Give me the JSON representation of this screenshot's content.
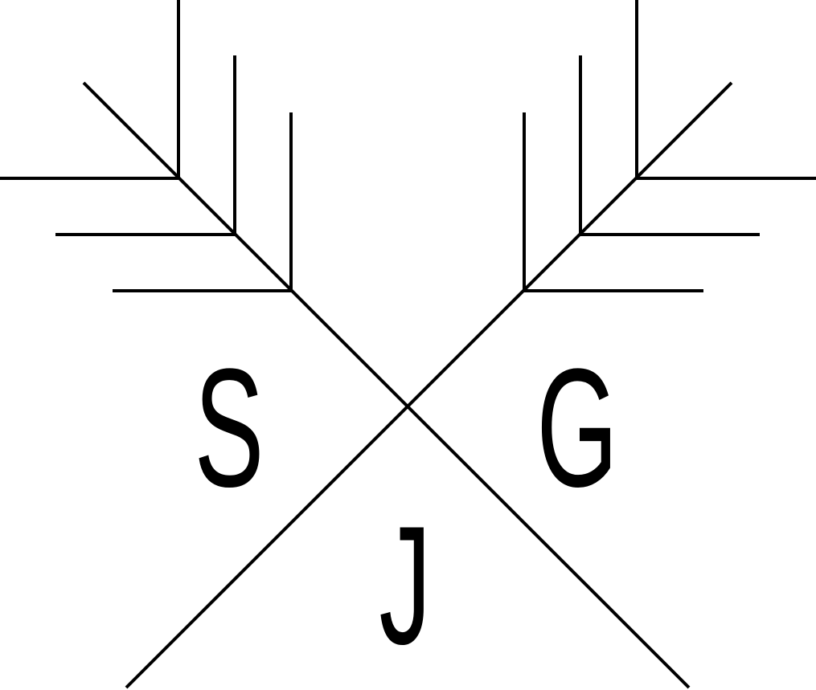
{
  "monogram": {
    "left_initial": "S",
    "right_initial": "G",
    "bottom_initial": "J"
  },
  "colors": {
    "ink": "#000000",
    "background": "#ffffff"
  },
  "icons": [
    "antler-left-icon",
    "antler-right-icon",
    "crossed-lines-icon"
  ]
}
